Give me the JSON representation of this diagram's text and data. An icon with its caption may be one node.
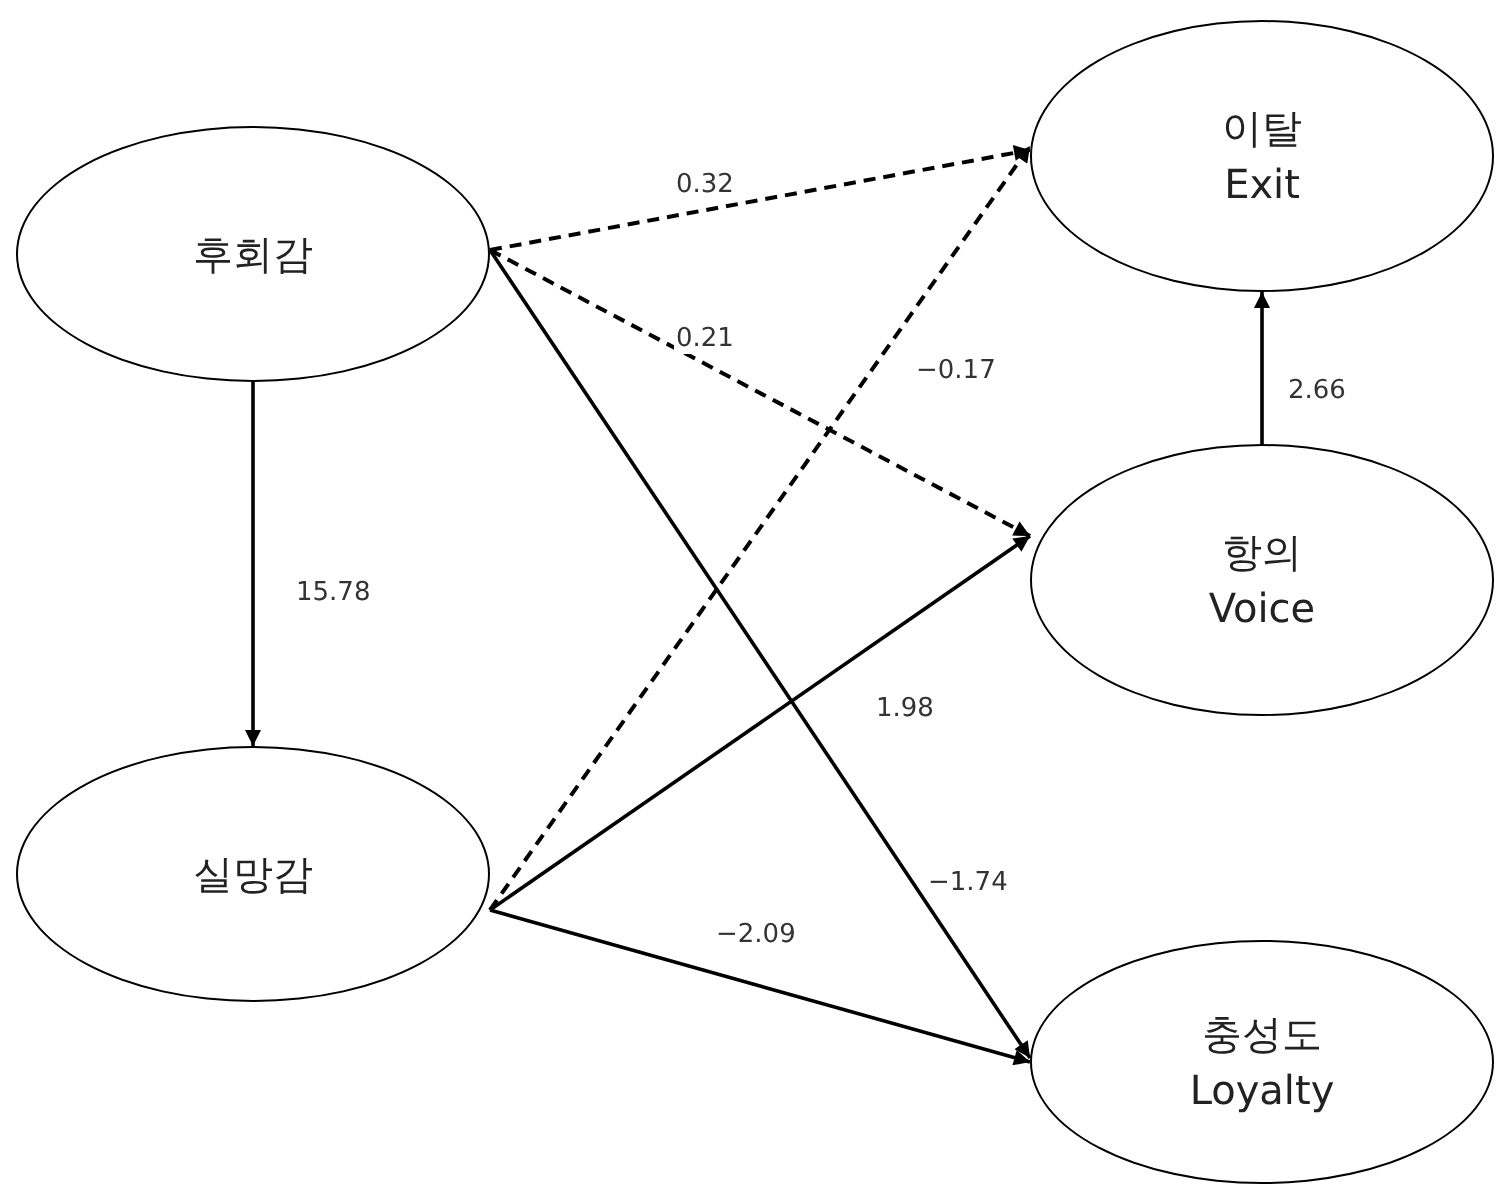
{
  "diagram": {
    "nodes": [
      {
        "text": [
          "후회감"
        ]
      },
      {
        "text": [
          "실망감"
        ]
      },
      {
        "text": [
          "이탈",
          "Exit"
        ]
      },
      {
        "text": [
          "항의",
          "Voice"
        ]
      },
      {
        "text": [
          "충성도",
          "Loyalty"
        ]
      }
    ],
    "edges": [
      {
        "from": 0,
        "to": 1,
        "arrow": "to",
        "label": "15.78"
      },
      {
        "from": 0,
        "to": 2,
        "arrow": "to",
        "label": "0.32",
        "style": "dashed"
      },
      {
        "from": 0,
        "to": 3,
        "arrow": "to",
        "label": "0.21",
        "style": "dashed"
      },
      {
        "from": 0,
        "to": 4,
        "arrow": "to",
        "label": "−1.74"
      },
      {
        "from": 1,
        "to": 2,
        "arrow": "to",
        "label": "−0.17",
        "style": "dashed"
      },
      {
        "from": 1,
        "to": 3,
        "arrow": "to",
        "label": "1.98"
      },
      {
        "from": 1,
        "to": 4,
        "arrow": "to",
        "label": "−2.09"
      },
      {
        "from": 3,
        "to": 2,
        "arrow": "to",
        "label": "2.66"
      }
    ]
  }
}
